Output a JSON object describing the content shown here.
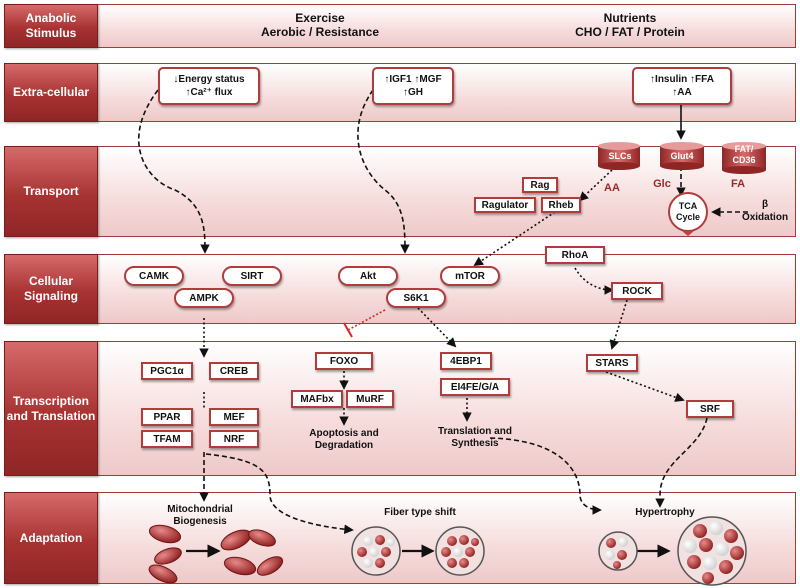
{
  "rows": {
    "stimulus": "Anabolic Stimulus",
    "extracellular": "Extra-cellular",
    "transport": "Transport",
    "signaling": "Cellular Signaling",
    "transcription": "Transcription and Translation",
    "adaptation": "Adaptation"
  },
  "stimulus": {
    "exercise_title": "Exercise",
    "exercise_sub": "Aerobic / Resistance",
    "nutrients_title": "Nutrients",
    "nutrients_sub": "CHO / FAT / Protein"
  },
  "extracellular": {
    "energy_l1": "↓Energy status",
    "energy_l2": "↑Ca²⁺ flux",
    "igf_l1": "↑IGF1 ↑MGF",
    "igf_l2": "↑GH",
    "insulin_l1": "↑Insulin ↑FFA",
    "insulin_l2": "↑AA"
  },
  "transport": {
    "slcs": "SLCs",
    "glut4": "Glut4",
    "fat_cd36": "FAT/ CD36",
    "aa": "AA",
    "glc": "Glc",
    "fa": "FA",
    "rag": "Rag",
    "ragulator": "Ragulator",
    "rheb": "Rheb",
    "tca": "TCA Cycle",
    "beta_ox": "β Oxidation"
  },
  "signaling": {
    "camk": "CAMK",
    "sirt": "SIRT",
    "ampk": "AMPK",
    "akt": "Akt",
    "mtor": "mTOR",
    "s6k1": "S6K1",
    "rhoa": "RhoA",
    "rock": "ROCK"
  },
  "transcription": {
    "pgc1a": "PGC1α",
    "creb": "CREB",
    "ppar": "PPAR",
    "mef": "MEF",
    "tfam": "TFAM",
    "nrf": "NRF",
    "foxo": "FOXO",
    "mafbx": "MAFbx",
    "murf": "MuRF",
    "apoptosis": "Apoptosis and Degradation",
    "ebp1": "4EBP1",
    "eif4e": "EI4FE/G/A",
    "translation": "Translation and Synthesis",
    "stars": "STARS",
    "srf": "SRF"
  },
  "adaptation": {
    "mito": "Mitochondrial Biogenesis",
    "fiber": "Fiber type shift",
    "hypertrophy": "Hypertrophy"
  },
  "colors": {
    "accent": "#a83232",
    "border": "#b03c3c",
    "band_fill": "#f6dcdc"
  }
}
